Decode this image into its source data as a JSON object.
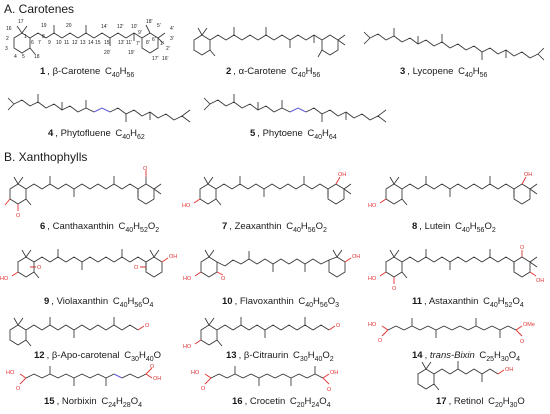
{
  "sections": {
    "a": "A. Carotenes",
    "b": "B. Xanthophylls"
  },
  "atom_numbers": [
    "16",
    "17",
    "19",
    "20",
    "1",
    "6",
    "9",
    "11",
    "13",
    "15",
    "14'",
    "12'",
    "10'",
    "8'",
    "7'",
    "2",
    "3",
    "4",
    "5",
    "18",
    "7",
    "8",
    "10",
    "12",
    "14",
    "15'",
    "13'",
    "11'",
    "20'",
    "19'",
    "9'",
    "6'",
    "1'",
    "17'",
    "16'",
    "18'",
    "5'",
    "4'",
    "3'",
    "2'"
  ],
  "heteroatom_labels": {
    "hydroxyl": "OH",
    "hydroxyl_left": "HO",
    "oxo": "O",
    "methoxy": "OMe"
  },
  "compounds": [
    {
      "num": "1",
      "name": "β-Carotene",
      "formula": "C40H56"
    },
    {
      "num": "2",
      "name": "α-Carotene",
      "formula": "C40H56"
    },
    {
      "num": "3",
      "name": "Lycopene",
      "formula": "C40H56"
    },
    {
      "num": "4",
      "name": "Phytofluene",
      "formula": "C40H62"
    },
    {
      "num": "5",
      "name": "Phytoene",
      "formula": "C40H64"
    },
    {
      "num": "6",
      "name": "Canthaxanthin",
      "formula": "C40H52O2"
    },
    {
      "num": "7",
      "name": "Zeaxanthin",
      "formula": "C40H56O2"
    },
    {
      "num": "8",
      "name": "Lutein",
      "formula": "C40H56O2"
    },
    {
      "num": "9",
      "name": "Violaxanthin",
      "formula": "C40H56O4"
    },
    {
      "num": "10",
      "name": "Flavoxanthin",
      "formula": "C40H56O3"
    },
    {
      "num": "11",
      "name": "Astaxanthin",
      "formula": "C40H52O4"
    },
    {
      "num": "12",
      "name": "β-Apo-carotenal",
      "formula": "C30H40O"
    },
    {
      "num": "13",
      "name": "β-Citraurin",
      "formula": "C30H40O2"
    },
    {
      "num": "14",
      "name": "trans-Bixin",
      "formula": "C25H30O4"
    },
    {
      "num": "15",
      "name": "Norbixin",
      "formula": "C24H28O4"
    },
    {
      "num": "16",
      "name": "Crocetin",
      "formula": "C20H24O4"
    },
    {
      "num": "17",
      "name": "Retinol",
      "formula": "C20H30O"
    }
  ]
}
